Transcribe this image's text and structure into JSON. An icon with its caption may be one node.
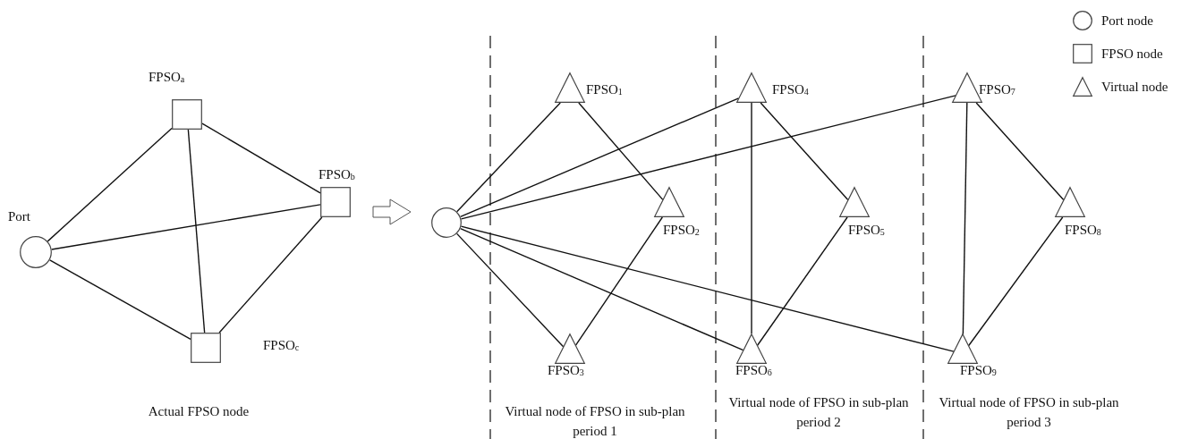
{
  "diagram": {
    "nodes": [
      {
        "text": [
          "Port"
        ]
      },
      {
        "text": [
          "FPSO$_{a}$"
        ]
      },
      {
        "text": [
          "FPSO$_{b}$"
        ]
      },
      {
        "text": [
          "FPSO$_{c}$"
        ]
      },
      {
        "text": [],
        "shape": "circle"
      },
      {
        "text": [
          "FPSO$_{1}$"
        ]
      },
      {
        "text": [
          "FPSO$_{2}$"
        ]
      },
      {
        "text": [
          "FPSO$_{3}$"
        ]
      },
      {
        "text": [
          "FPSO$_{4}$"
        ]
      },
      {
        "text": [
          "FPSO$_{5}$"
        ]
      },
      {
        "text": [
          "FPSO$_{6}$"
        ]
      },
      {
        "text": [
          "FPSO$_{7}$"
        ]
      },
      {
        "text": [
          "FPSO$_{8}$"
        ]
      },
      {
        "text": [
          "FPSO$_{9}$"
        ]
      }
    ],
    "edges": [
      {
        "from": 0,
        "to": 1,
        "arrow": "none"
      },
      {
        "from": 0,
        "to": 2,
        "arrow": "none"
      },
      {
        "from": 0,
        "to": 3,
        "arrow": "none"
      },
      {
        "from": 1,
        "to": 2,
        "arrow": "none"
      },
      {
        "from": 1,
        "to": 3,
        "arrow": "none"
      },
      {
        "from": 2,
        "to": 3,
        "arrow": "none"
      },
      {
        "from": 2,
        "to": 4,
        "arrow": "to"
      },
      {
        "from": 4,
        "to": 5,
        "arrow": "none"
      },
      {
        "from": 4,
        "to": 8,
        "arrow": "none"
      },
      {
        "from": 4,
        "to": 11,
        "arrow": "none"
      },
      {
        "from": 4,
        "to": 13,
        "arrow": "none"
      },
      {
        "from": 4,
        "to": 10,
        "arrow": "none"
      },
      {
        "from": 4,
        "to": 7,
        "arrow": "none"
      },
      {
        "from": 5,
        "to": 6,
        "arrow": "none"
      },
      {
        "from": 6,
        "to": 7,
        "arrow": "none"
      },
      {
        "from": 8,
        "to": 9,
        "arrow": "none"
      },
      {
        "from": 8,
        "to": 10,
        "arrow": "none"
      },
      {
        "from": 9,
        "to": 10,
        "arrow": "none"
      },
      {
        "from": 11,
        "to": 12,
        "arrow": "none"
      },
      {
        "from": 11,
        "to": 13,
        "arrow": "none"
      },
      {
        "from": 12,
        "to": 13,
        "arrow": "none"
      }
    ],
    "labels": [
      "Actual FPSO node",
      "Virtual node of FPSO in sub-plan period 1",
      "Virtual node of FPSO in sub-plan period 2",
      "Virtual node of FPSO in sub-plan period 3"
    ],
    "legend": [
      {
        "text": "Port node"
      },
      {
        "text": "FPSO node"
      },
      {
        "text": "Virtual node"
      }
    ]
  }
}
